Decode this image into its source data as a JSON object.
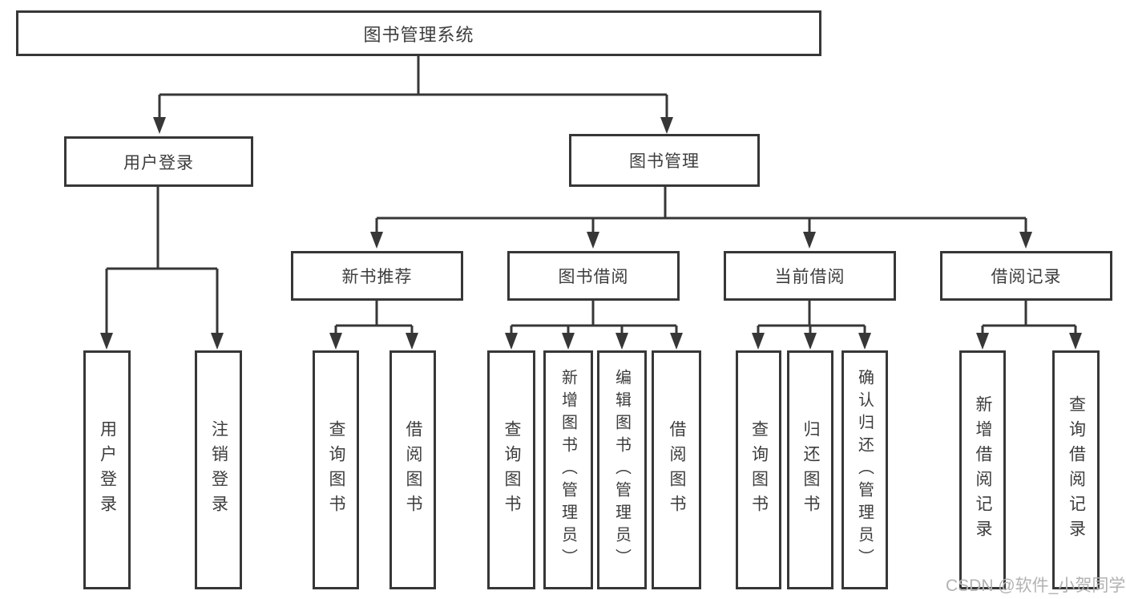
{
  "watermark": "CSDN @软件_小贺同学",
  "colors": {
    "line": "#373737",
    "text": "#3d3d3d",
    "watermark_text": "#b2b2b2",
    "background": "#ffffff"
  },
  "tree": {
    "root": {
      "label": "图书管理系统"
    },
    "branches": [
      {
        "label": "用户登录",
        "children": [
          {
            "label": "用户登录"
          },
          {
            "label": "注销登录"
          }
        ]
      },
      {
        "label": "图书管理",
        "children": [
          {
            "label": "新书推荐",
            "children": [
              {
                "label": "查询图书"
              },
              {
                "label": "借阅图书"
              }
            ]
          },
          {
            "label": "图书借阅",
            "children": [
              {
                "label": "查询图书"
              },
              {
                "label": "新增图书（管理员）"
              },
              {
                "label": "编辑图书（管理员）"
              },
              {
                "label": "借阅图书"
              }
            ]
          },
          {
            "label": "当前借阅",
            "children": [
              {
                "label": "查询图书"
              },
              {
                "label": "归还图书"
              },
              {
                "label": "确认归还（管理员）"
              }
            ]
          },
          {
            "label": "借阅记录",
            "children": [
              {
                "label": "新增借阅记录"
              },
              {
                "label": "查询借阅记录"
              }
            ]
          }
        ]
      }
    ]
  }
}
